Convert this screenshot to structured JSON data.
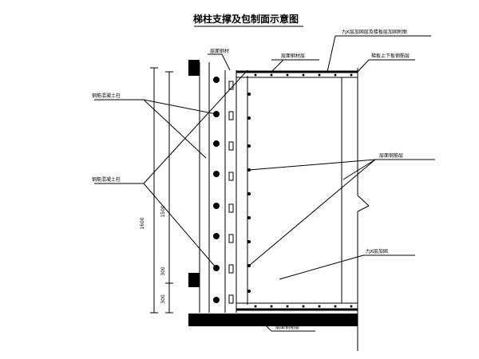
{
  "title": "梯柱支撑及包制面示意图",
  "labels": {
    "top_far_right": "九K层加固层及楼板层加固附图",
    "top_left_small": "层面钢材",
    "top_mid": "层面钢材层",
    "top_right": "梯板上下板钢筋层",
    "left_upper": "钢筋混凝土柱",
    "left_lower": "钢筋混凝土柱",
    "right_mid": "层面钢筋层",
    "right_lower": "九K层加固",
    "bottom": "层面钢筋层"
  },
  "dimensions": {
    "outer": "1600",
    "inner": "1500",
    "bottom_small": "300",
    "bottom_tiny": "300"
  }
}
